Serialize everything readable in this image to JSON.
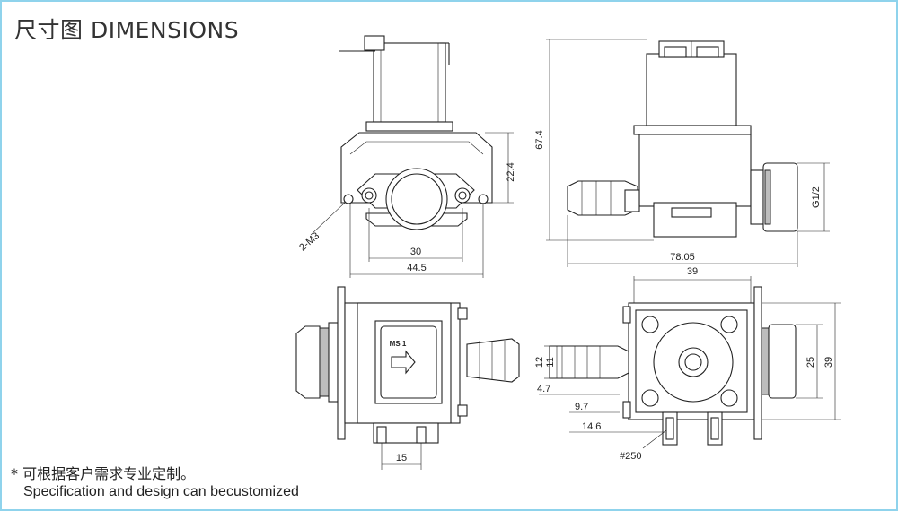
{
  "header": {
    "title": "尺寸图 DIMENSIONS"
  },
  "dimensions": {
    "front": {
      "thread": "2-M3",
      "height": "22.4",
      "hole_span": "30",
      "width": "44.5"
    },
    "side": {
      "height": "67.4",
      "length": "78.05",
      "thread": "G1/2"
    },
    "top": {
      "label": "MS 1",
      "terminal_span": "15"
    },
    "end": {
      "width": "39",
      "d12": "12",
      "d11": "11",
      "d47": "4.7",
      "d97": "9.7",
      "d146": "14.6",
      "d25": "25",
      "d39": "39",
      "terminal": "#250"
    }
  },
  "footer": {
    "note_cn": "* 可根据客户需求专业定制。",
    "note_en": "Specification and design can becustomized"
  }
}
